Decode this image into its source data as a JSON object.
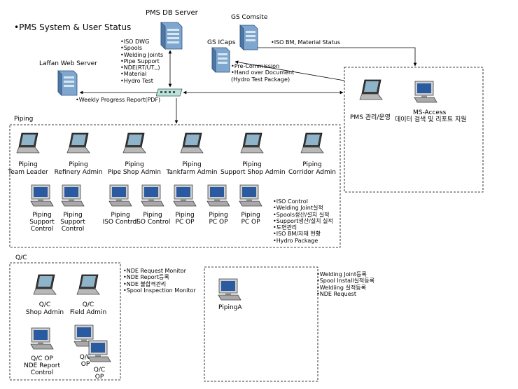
{
  "title": "•PMS System & User Status",
  "servers": {
    "pms_db": "PMS DB Server",
    "gs_comsite": "GS Comsite",
    "gs_icaps": "GS ICaps",
    "laffan_web": "Laffan Web Server"
  },
  "db_items": [
    "•ISO DWG",
    "•Spools",
    "•Welding Joints",
    "•Pipe Support",
    "•NDE(RT/UT,,)",
    "•Material",
    "•Hydro Test"
  ],
  "comsite_note": "•ISO BM, Material Status",
  "icaps_notes": [
    "•Pre-Commission",
    "•Hand over Document",
    "(Hydro Test Package)"
  ],
  "weekly_report": "•Weekly Progress Report(PDF)",
  "pms_admin": {
    "pms_label": "PMS 관리/운영",
    "msaccess_line1": "MS-Access",
    "msaccess_line2": "데이터 검색 및 리포트 지원"
  },
  "piping": {
    "group_label": "Piping",
    "laptops": [
      {
        "line1": "Piping",
        "line2": "Team Leader"
      },
      {
        "line1": "Piping",
        "line2": "Refinery Admin"
      },
      {
        "line1": "Piping",
        "line2": "Pipe Shop Admin"
      },
      {
        "line1": "Piping",
        "line2": "Tankfarm Admin"
      },
      {
        "line1": "Piping",
        "line2": "Support Shop Admin"
      },
      {
        "line1": "Piping",
        "line2": "Corridor Admin"
      }
    ],
    "desktops": [
      {
        "lines": [
          "Piping",
          "Support",
          "Control"
        ]
      },
      {
        "lines": [
          "Piping",
          "Support",
          "Control"
        ]
      },
      {
        "lines": [
          "Piping",
          "ISO Control"
        ]
      },
      {
        "lines": [
          "Piping",
          "ISO Control"
        ]
      },
      {
        "lines": [
          "Piping",
          "PC OP"
        ]
      },
      {
        "lines": [
          "Piping",
          "PC OP"
        ]
      },
      {
        "lines": [
          "Piping",
          "PC OP"
        ]
      }
    ],
    "functions": [
      "•ISO Control",
      "•Welding Joint실적",
      "•Spools생산/설치 실적",
      "•Support생산/설치 실적",
      "•도면관리",
      "•ISO BM/자재 현황",
      "•Hydro Package"
    ]
  },
  "qc": {
    "group_label": "Q/C",
    "laptops": [
      {
        "line1": "Q/C",
        "line2": "Shop Admin"
      },
      {
        "line1": "Q/C",
        "line2": "Field Admin"
      }
    ],
    "desktops": [
      {
        "lines": [
          "Q/C OP",
          "NDE Report",
          "Control"
        ]
      },
      {
        "lines": [
          "Q/C",
          "OP"
        ]
      },
      {
        "lines": [
          "Q/C",
          "OP"
        ]
      }
    ],
    "functions": [
      "•NDE Request Monitor",
      "•NDE Report등록",
      "•NDE 불합격관리",
      "•Spool Inspection Monitor"
    ]
  },
  "piping_a": {
    "label": "PipingA",
    "functions": [
      "•Welding Joint등록",
      "•Spool Install실적등록",
      "•Weldiing 실적등록",
      "•NDE Request"
    ]
  }
}
